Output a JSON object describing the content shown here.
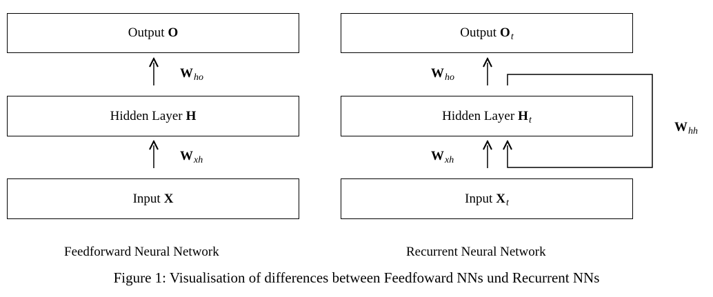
{
  "feedforward": {
    "output": {
      "label": "Output",
      "symbol": "O",
      "sub": ""
    },
    "hidden": {
      "label": "Hidden Layer",
      "symbol": "H",
      "sub": ""
    },
    "input": {
      "label": "Input",
      "symbol": "X",
      "sub": ""
    },
    "w_ho": {
      "symbol": "W",
      "sub": "ho"
    },
    "w_xh": {
      "symbol": "W",
      "sub": "xh"
    },
    "caption": "Feedforward Neural Network"
  },
  "recurrent": {
    "output": {
      "label": "Output",
      "symbol": "O",
      "sub": "t"
    },
    "hidden": {
      "label": "Hidden Layer",
      "symbol": "H",
      "sub": "t"
    },
    "input": {
      "label": "Input",
      "symbol": "X",
      "sub": "t"
    },
    "w_ho": {
      "symbol": "W",
      "sub": "ho"
    },
    "w_xh": {
      "symbol": "W",
      "sub": "xh"
    },
    "w_hh": {
      "symbol": "W",
      "sub": "hh"
    },
    "caption": "Recurrent Neural Network"
  },
  "figure_caption": "Figure 1: Visualisation of differences between Feedfoward NNs und Recurrent NNs"
}
